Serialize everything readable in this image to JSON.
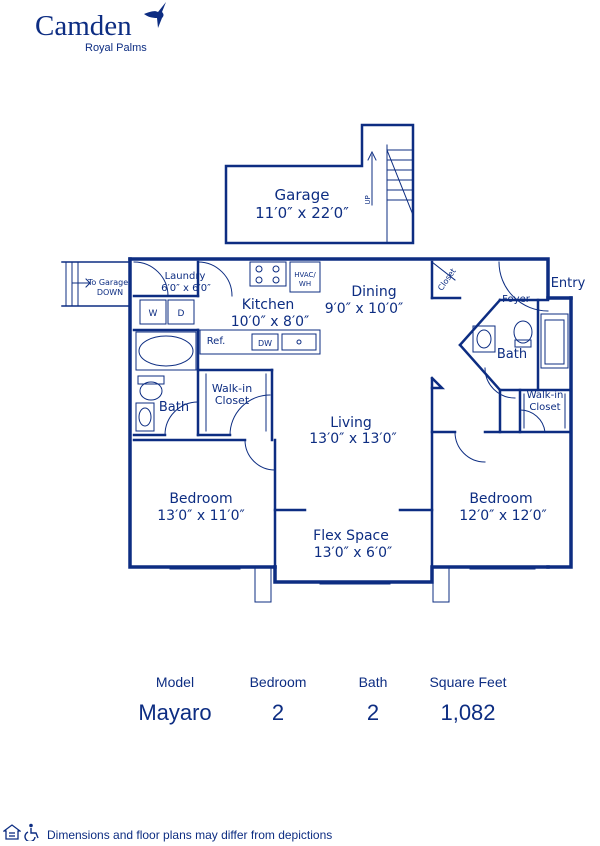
{
  "brand": {
    "name": "Camden",
    "community": "Royal Palms",
    "color": "#0d2d82"
  },
  "rooms": {
    "garage": {
      "name": "Garage",
      "dims": "11′0″ x 22′0″"
    },
    "stairs_up": "UP",
    "to_garage": {
      "line1": "To Garage",
      "line2": "DOWN"
    },
    "laundry": {
      "name": "Laundry",
      "dims": "6′0″ x 6′0″"
    },
    "washer": "W",
    "dryer": "D",
    "hvac": {
      "line1": "HVAC/",
      "line2": "WH"
    },
    "kitchen": {
      "name": "Kitchen",
      "dims": "10′0″ x 8′0″"
    },
    "ref": "Ref.",
    "dw": "DW",
    "dining": {
      "name": "Dining",
      "dims": "9′0″ x 10′0″"
    },
    "closet": "Closet",
    "entry": "Entry",
    "foyer": "Foyer",
    "bath_right": "Bath",
    "bath_left": "Bath",
    "walkin_left": {
      "line1": "Walk-in",
      "line2": "Closet"
    },
    "walkin_right": {
      "line1": "Walk-in",
      "line2": "Closet"
    },
    "living": {
      "name": "Living",
      "dims": "13′0″ x 13′0″"
    },
    "bedroom_left": {
      "name": "Bedroom",
      "dims": "13′0″ x 11′0″"
    },
    "bedroom_right": {
      "name": "Bedroom",
      "dims": "12′0″ x 12′0″"
    },
    "flex": {
      "name": "Flex Space",
      "dims": "13′0″ x 6′0″"
    }
  },
  "specs": {
    "headers": [
      "Model",
      "Bedroom",
      "Bath",
      "Square Feet"
    ],
    "values": [
      "Mayaro",
      "2",
      "2",
      "1,082"
    ]
  },
  "footer": {
    "disclaimer": "Dimensions and floor plans may differ from depictions",
    "icons": [
      "equal-housing-icon",
      "wheelchair-accessible-icon"
    ]
  }
}
